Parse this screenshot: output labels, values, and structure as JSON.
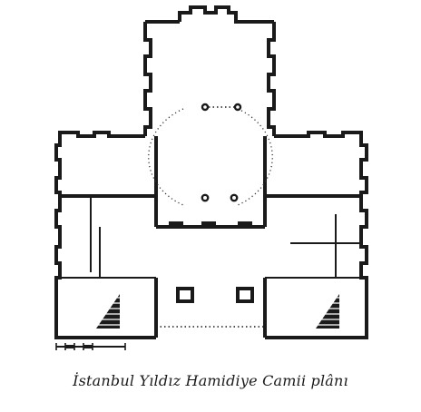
{
  "caption": "İstanbul Yıldız Hamidiye Camii plânı",
  "colors": {
    "ink": "#1a1a1a",
    "paper": "#ffffff"
  },
  "icons": [
    "floor-plan-drawing",
    "scale-bar",
    "staircase-symbol"
  ]
}
